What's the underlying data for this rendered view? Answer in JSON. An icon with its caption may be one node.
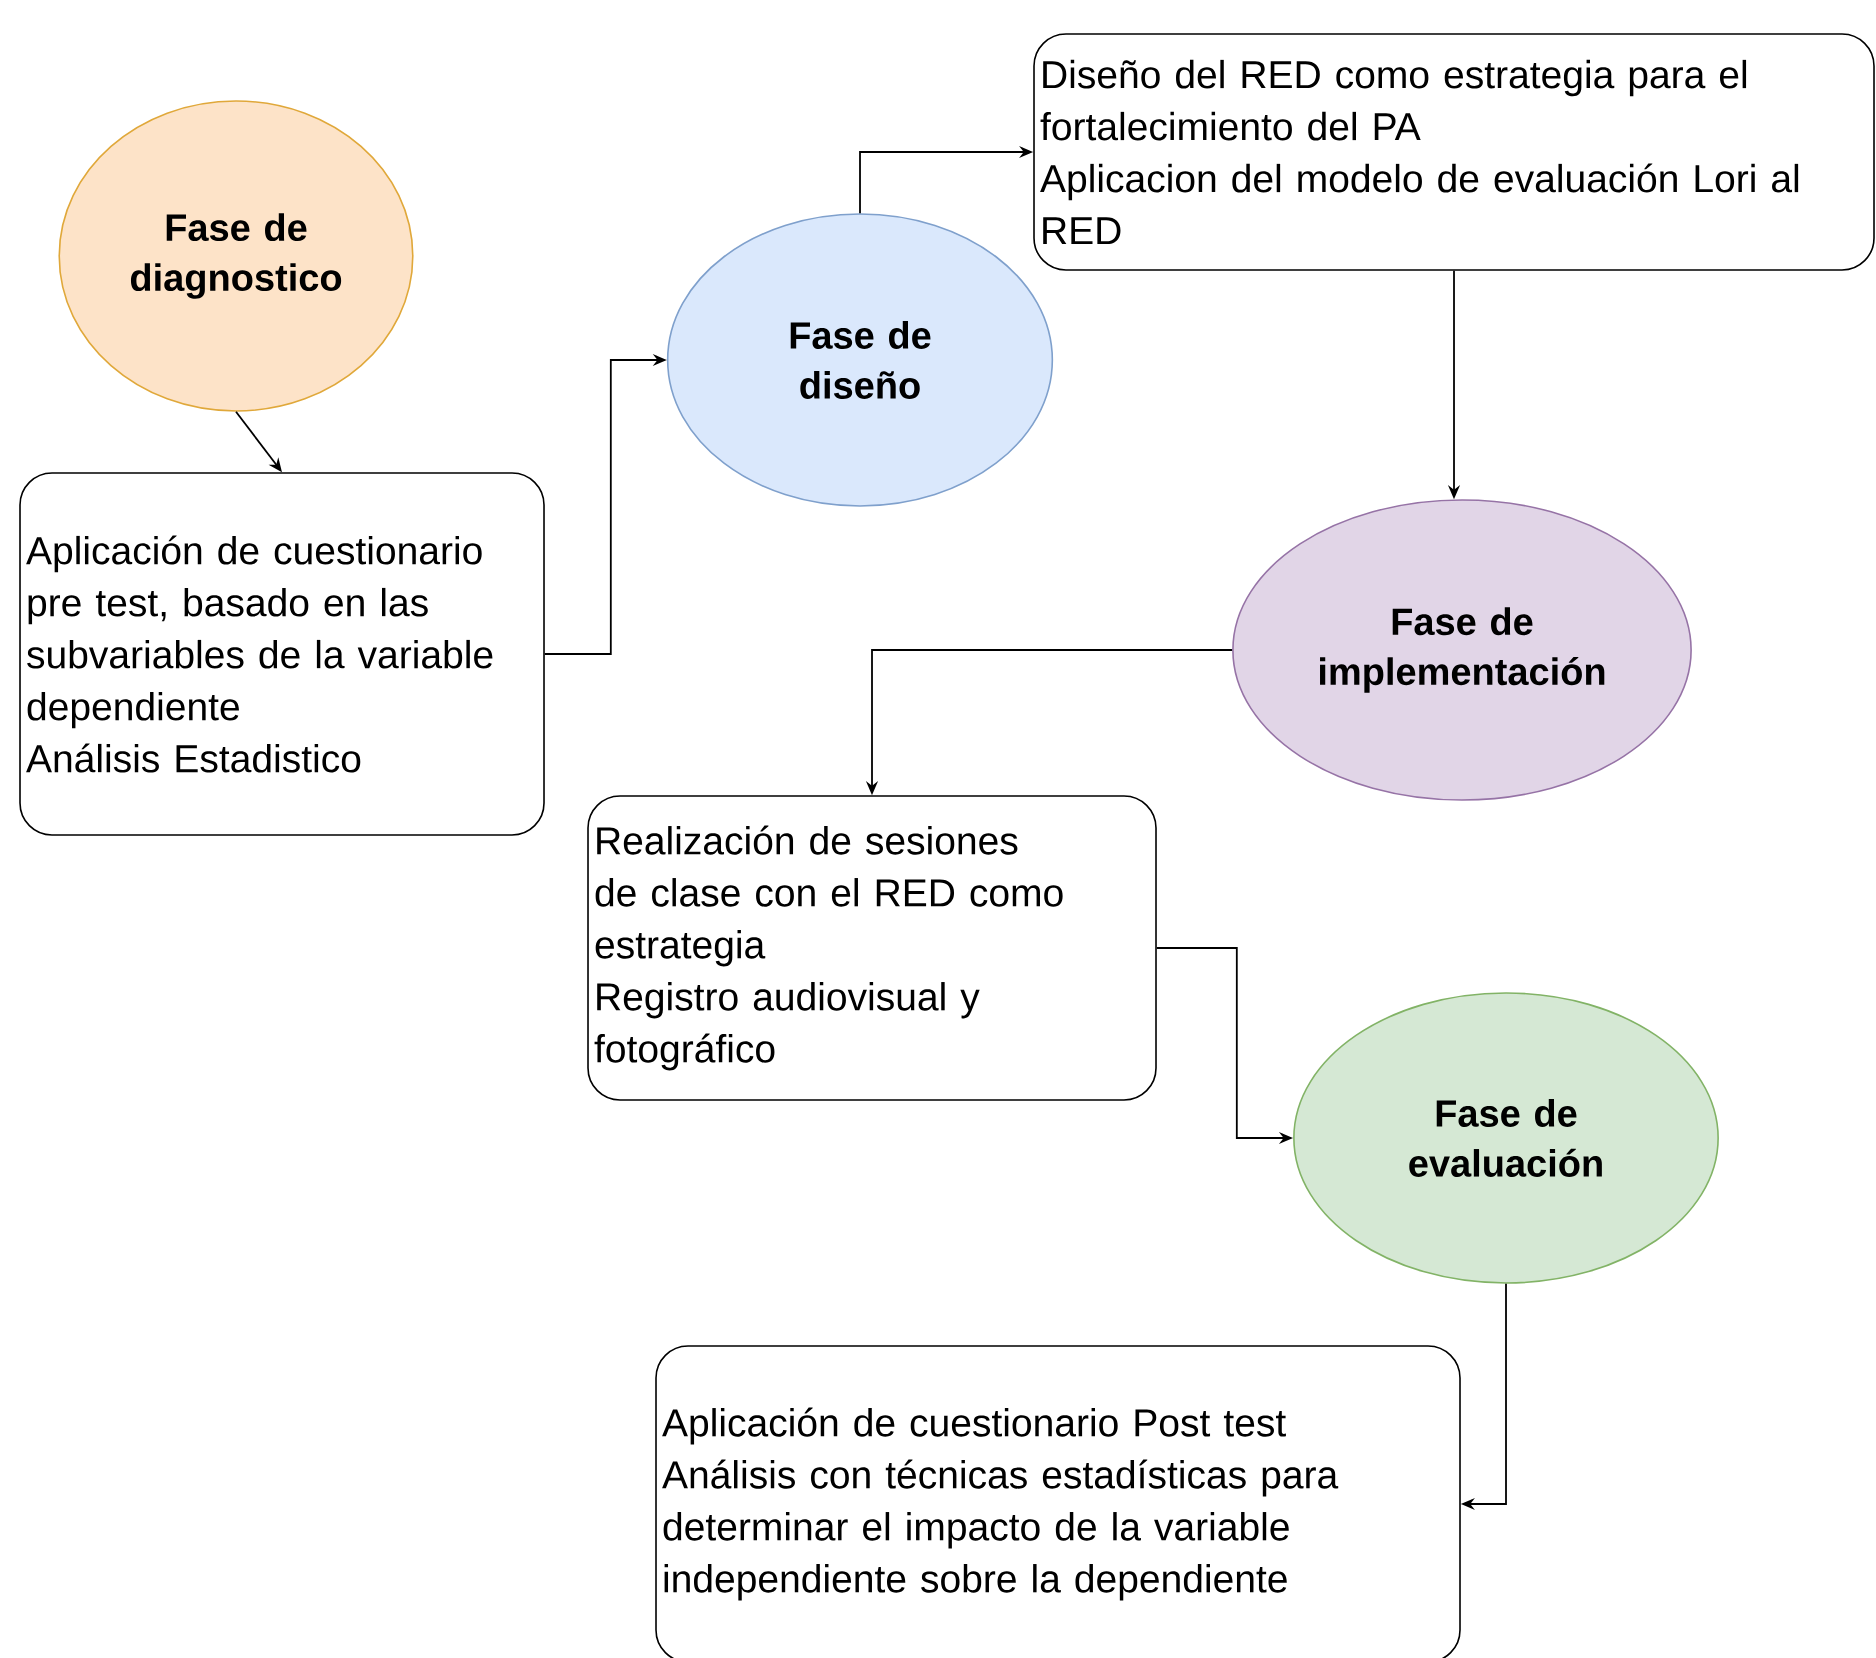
{
  "diagram": {
    "nodes": [
      {
        "text": [
          "Fase de diagnostico"
        ]
      },
      {
        "text": [
          "Aplicación de cuestionario pre test, basado en las subvariables de la variable dependiente",
          "Análisis Estadistico"
        ]
      },
      {
        "text": [
          "Fase de diseño"
        ]
      },
      {
        "text": [
          "Diseño del RED como estrategia para el fortalecimiento del PA",
          "Aplicacion del modelo de evaluación Lori al RED"
        ]
      },
      {
        "text": [
          "Fase de implementación"
        ]
      },
      {
        "text": [
          "Realización de sesiones de clase con el RED como estrategia",
          "Registro audiovisual y fotográfico"
        ]
      },
      {
        "text": [
          "Fase de evaluación"
        ]
      },
      {
        "text": [
          "Aplicación de cuestionario Post test",
          "Análisis con técnicas estadísticas para determinar el impacto de la variable independiente sobre la dependiente"
        ]
      }
    ],
    "edges": [
      {
        "from": 0,
        "to": 1,
        "arrow": "to"
      },
      {
        "from": 1,
        "to": 2,
        "arrow": "to"
      },
      {
        "from": 2,
        "to": 3,
        "arrow": "to"
      },
      {
        "from": 3,
        "to": 4,
        "arrow": "to"
      },
      {
        "from": 4,
        "to": 5,
        "arrow": "to"
      },
      {
        "from": 5,
        "to": 6,
        "arrow": "to"
      },
      {
        "from": 6,
        "to": 7,
        "arrow": "to"
      }
    ]
  }
}
